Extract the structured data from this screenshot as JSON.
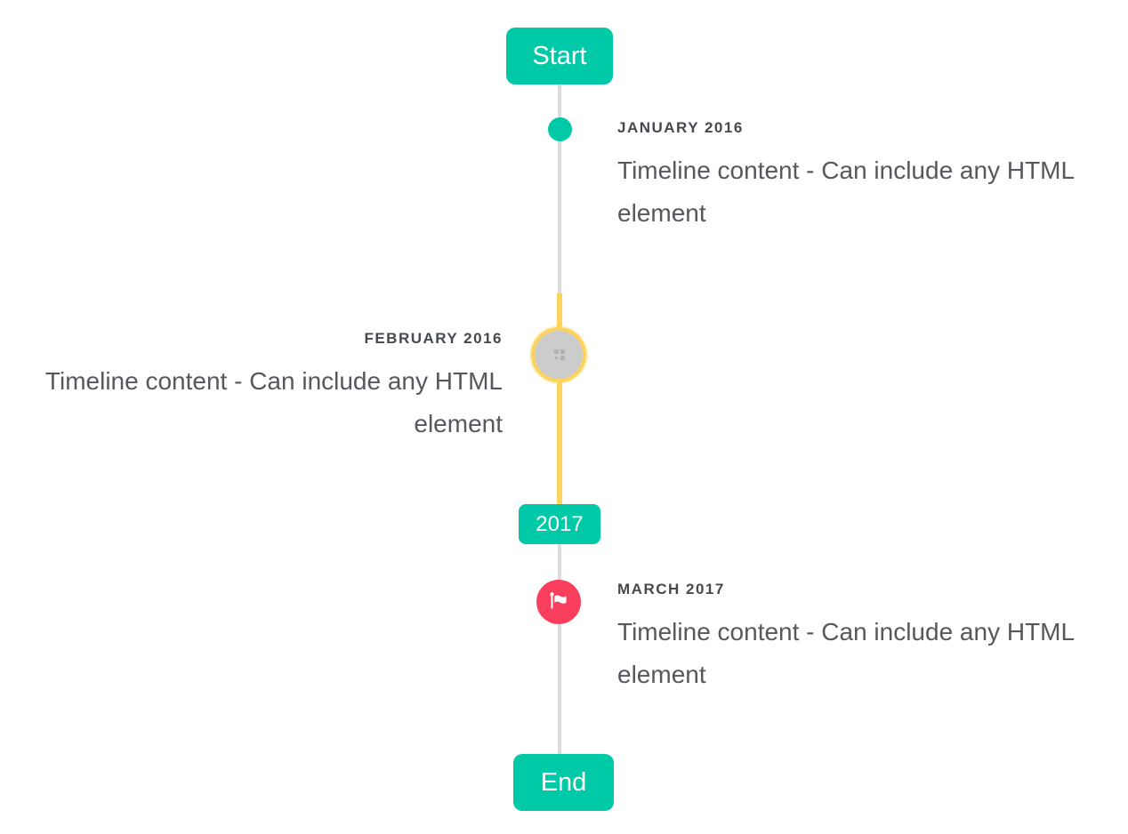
{
  "timeline": {
    "start_badge": "Start",
    "year_badge": "2017",
    "end_badge": "End",
    "events": [
      {
        "id": "january-2016",
        "date_label": "JANUARY 2016",
        "content": "Timeline content - Can include any HTML element",
        "side": "right",
        "marker": "teal-dot"
      },
      {
        "id": "february-2016",
        "date_label": "FEBRUARY 2016",
        "content": "Timeline content - Can include any HTML element",
        "side": "left",
        "marker": "gray-circle-yellow-ring-broken-image"
      },
      {
        "id": "march-2017",
        "date_label": "MARCH 2017",
        "content": "Timeline content - Can include any HTML element",
        "side": "right",
        "marker": "red-flag"
      }
    ],
    "colors": {
      "accent_teal": "#00c9a7",
      "highlight_yellow": "#fcd45b",
      "marker_red": "#fa3e5e",
      "line_gray": "#dcdcdc",
      "marker_gray_fill": "#cccccc",
      "date_label_text": "#45494d",
      "content_text": "#55585c",
      "badge_text": "#ffffff"
    }
  }
}
